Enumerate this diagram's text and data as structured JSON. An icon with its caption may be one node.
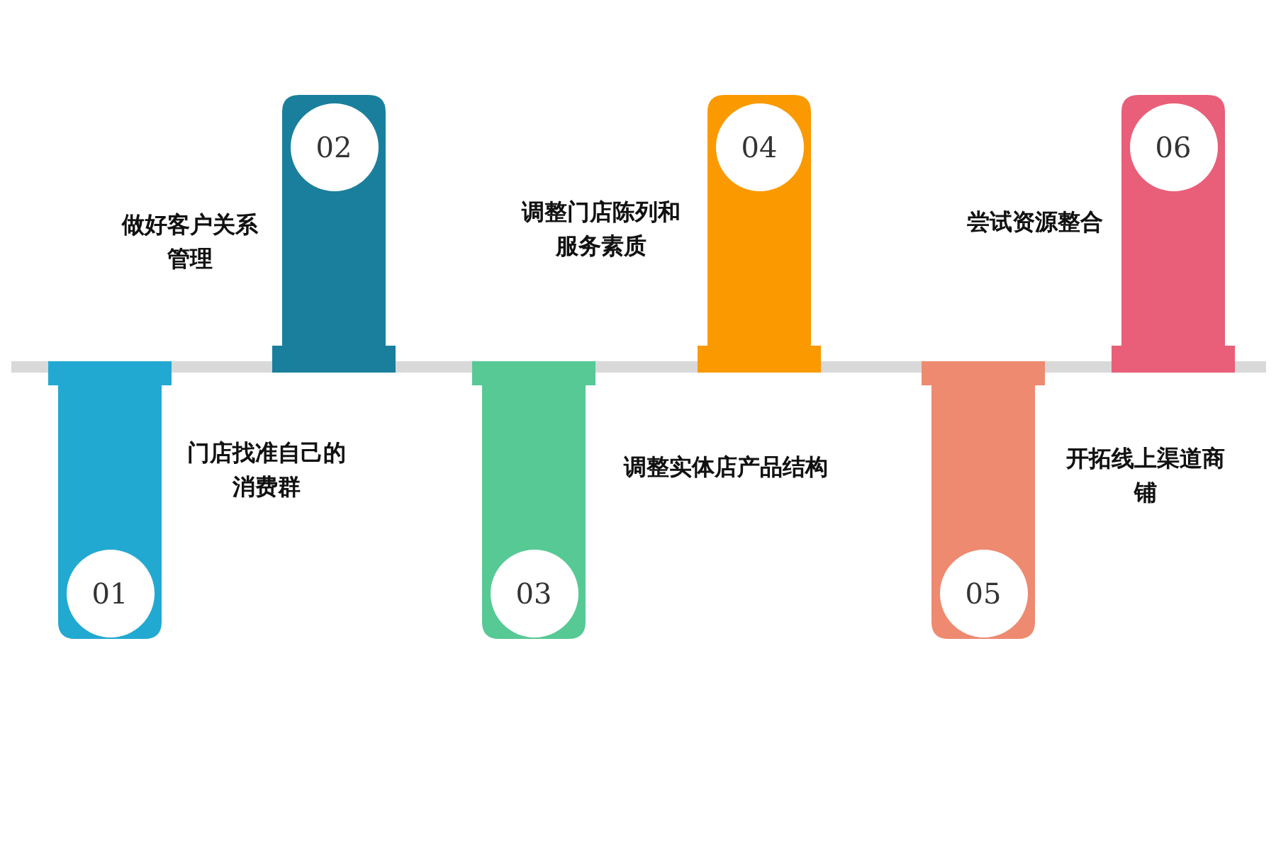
{
  "diagram": {
    "nodes": [
      {
        "text": [
          "01"
        ],
        "beside": [
          "门店找准自己的消费群"
        ]
      },
      {
        "text": [
          "02"
        ],
        "beside": [
          "做好客户关系管理"
        ]
      },
      {
        "text": [
          "03"
        ],
        "beside": [
          "调整实体店产品结构"
        ]
      },
      {
        "text": [
          "04"
        ],
        "beside": [
          "调整门店陈列和服务素质"
        ]
      },
      {
        "text": [
          "05"
        ],
        "beside": [
          "开拓线上渠道商铺"
        ]
      },
      {
        "text": [
          "06"
        ],
        "beside": [
          "尝试资源整合"
        ]
      }
    ]
  }
}
